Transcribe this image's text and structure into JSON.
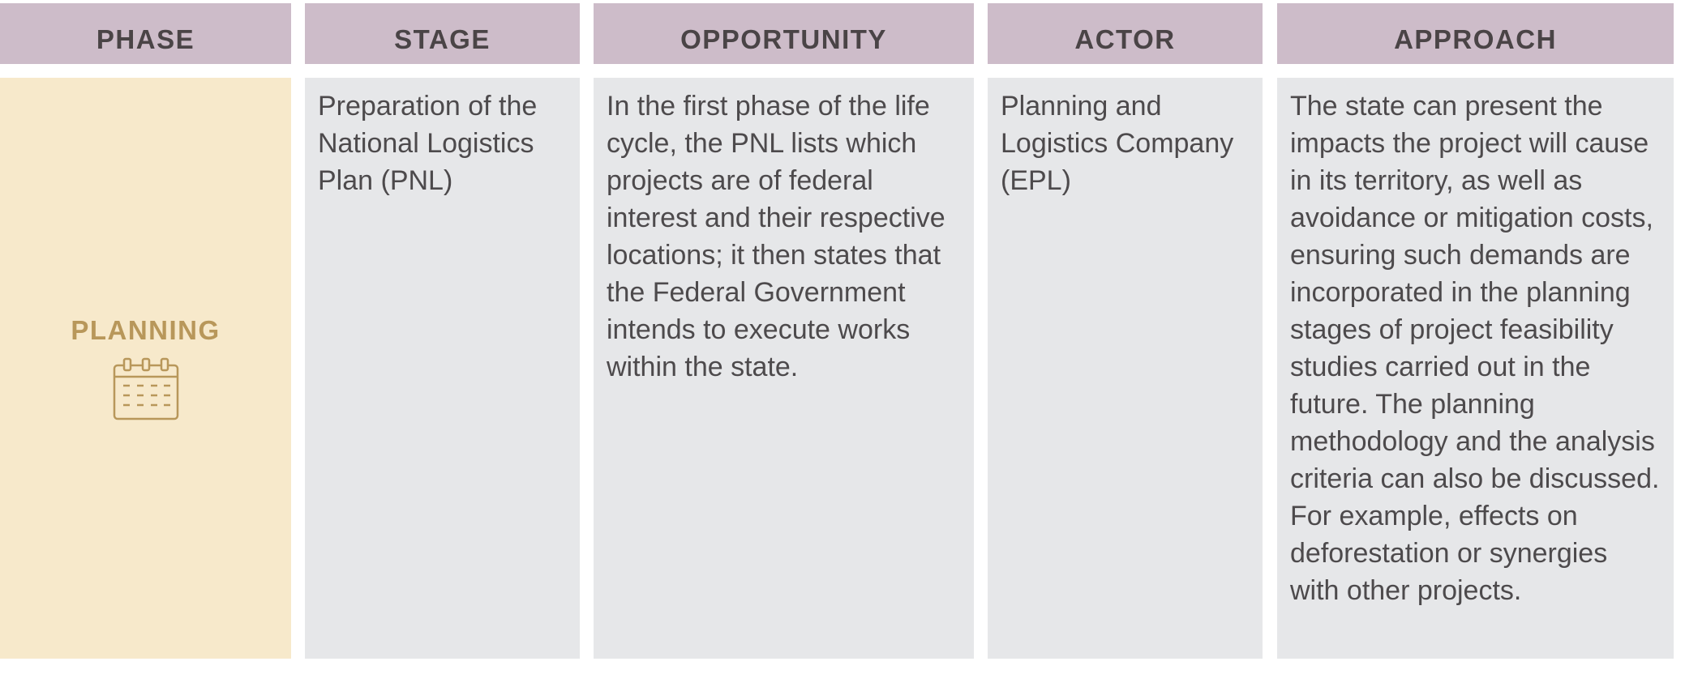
{
  "headers": {
    "phase": "PHASE",
    "stage": "STAGE",
    "opportunity": "OPPORTUNITY",
    "actor": "ACTOR",
    "approach": "APPROACH"
  },
  "row": {
    "phase": "PLANNING",
    "phase_icon": "calendar-icon",
    "stage": "Preparation of the National Logistics Plan (PNL)",
    "opportunity": "In the first phase of the life cycle, the PNL lists which projects are of federal interest and their respective locations; it then states that the Federal Government intends to execute works within the state.",
    "actor": "Planning and Logistics Company (EPL)",
    "approach": "The state can present the impacts the project will cause in its territory, as well as avoidance or mitigation costs, ensuring such demands are incorporated in the planning stages of project feasibility studies carried out in the future. The planning methodology and the analysis criteria can also be discussed. For example, effects on deforestation or synergies with other projects."
  },
  "colors": {
    "header_bg": "#cdbcc9",
    "header_text": "#4a4446",
    "cell_bg": "#e6e7e9",
    "phase_bg": "#f7e9cb",
    "phase_accent": "#b8975a"
  }
}
